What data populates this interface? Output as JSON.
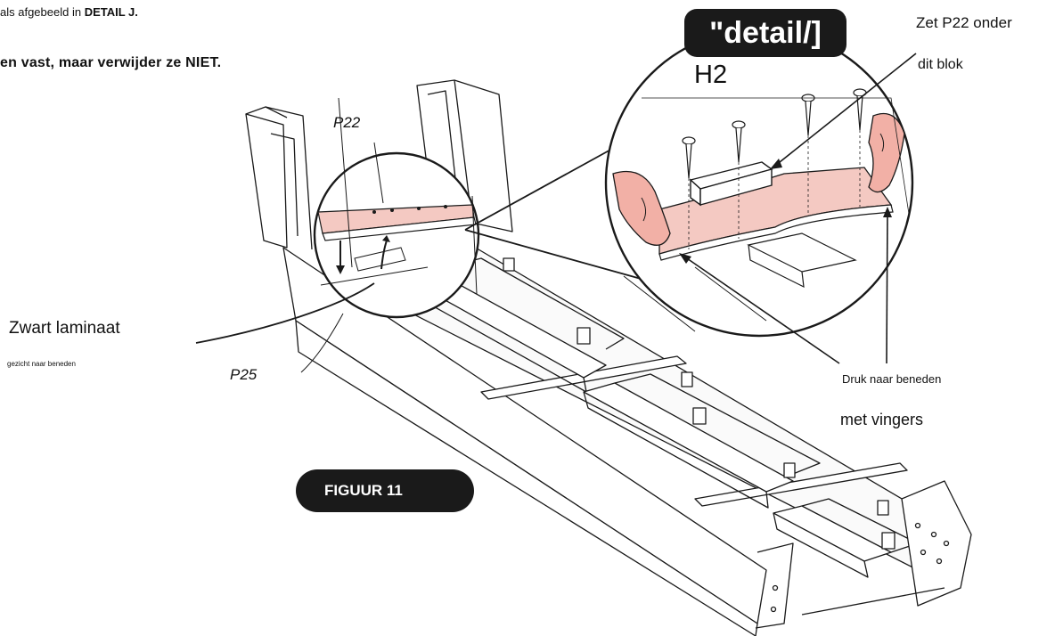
{
  "text": {
    "line1_prefix": "als afgebeeld in ",
    "line1_bold": "DETAIL J.",
    "line2": "en vast, maar verwijder ze NIET."
  },
  "labels": {
    "zwart_laminaat": "Zwart laminaat",
    "gezicht_naar_beneden": "gezicht naar beneden",
    "p25": "P25",
    "p22": "P22",
    "h2": "H2",
    "zet_p22_onder": "Zet P22 onder",
    "dit_blok": "dit blok",
    "druk_naar_beneden": "Druk naar beneden",
    "met_vingers": "met vingers"
  },
  "badges": {
    "detail": "\"detail/]",
    "figuur": "FIGUUR 11"
  },
  "colors": {
    "line": "#1a1a1a",
    "pink_panel": "#f4c9c2",
    "finger": "#f2b0a6",
    "badge_bg": "#1a1a1a",
    "badge_text": "#ffffff"
  }
}
